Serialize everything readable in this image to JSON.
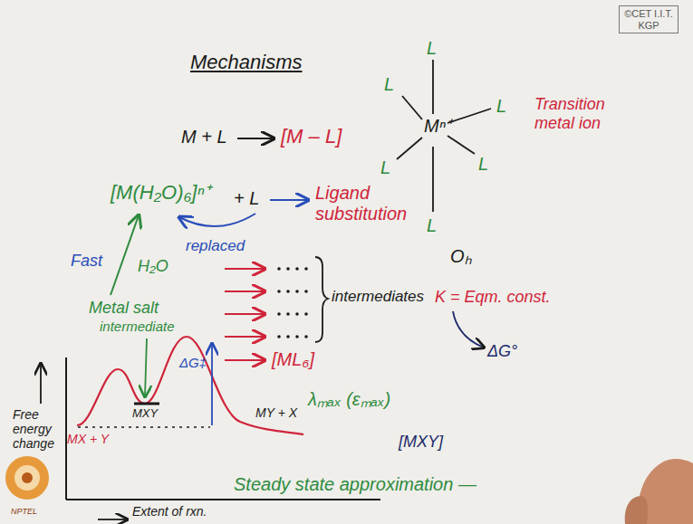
{
  "diagram": {
    "nodes": [
      {
        "text": [
          "©CET I.I.T. KGP"
        ]
      }
    ],
    "labels": [
      "Mechanisms",
      "M + L",
      "[M – L]",
      "L",
      "L",
      "L",
      "Mⁿ⁺",
      "L",
      "L",
      "L",
      "Transition metal ion",
      "[M(H₂O)₆]ⁿ⁺",
      "+ L",
      "Ligand substitution",
      "Oₕ",
      "Fast",
      "H₂O",
      "replaced",
      "Metal salt",
      "intermediates",
      "K = Eqm. const.",
      "[ML₆]",
      "ΔG°",
      "intermediate",
      "ΔG‡",
      "λₘₐₓ (εₘₐₓ)",
      "MXY",
      "MX + Y",
      "MY + X",
      "Free energy change",
      "[MXY]",
      "Steady state approximation —",
      "Extent of rxn.",
      "NPTEL"
    ]
  }
}
